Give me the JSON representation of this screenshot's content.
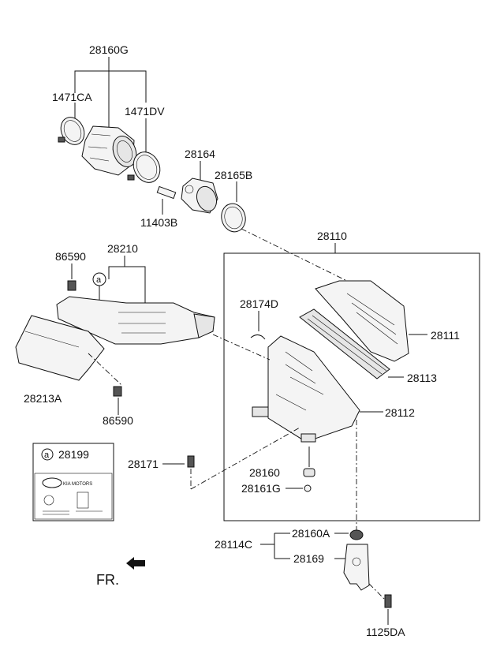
{
  "labels": {
    "p28160G": "28160G",
    "p1471CA": "1471CA",
    "p1471DV": "1471DV",
    "p28164": "28164",
    "p28165B": "28165B",
    "p11403B": "11403B",
    "p28110": "28110",
    "p86590_top": "86590",
    "p28210": "28210",
    "p28174D": "28174D",
    "p28111": "28111",
    "p28113": "28113",
    "p28112": "28112",
    "p28213A": "28213A",
    "p86590_bottom": "86590",
    "p28171": "28171",
    "p28160": "28160",
    "p28161G": "28161G",
    "p28160A": "28160A",
    "p28114C": "28114C",
    "p28169": "28169",
    "p1125DA": "1125DA",
    "ref_a": "a"
  },
  "legend_box": {
    "ref": "a",
    "part_no": "28199",
    "label_brand": "KIA MOTORS"
  },
  "direction": {
    "text": "FR."
  }
}
